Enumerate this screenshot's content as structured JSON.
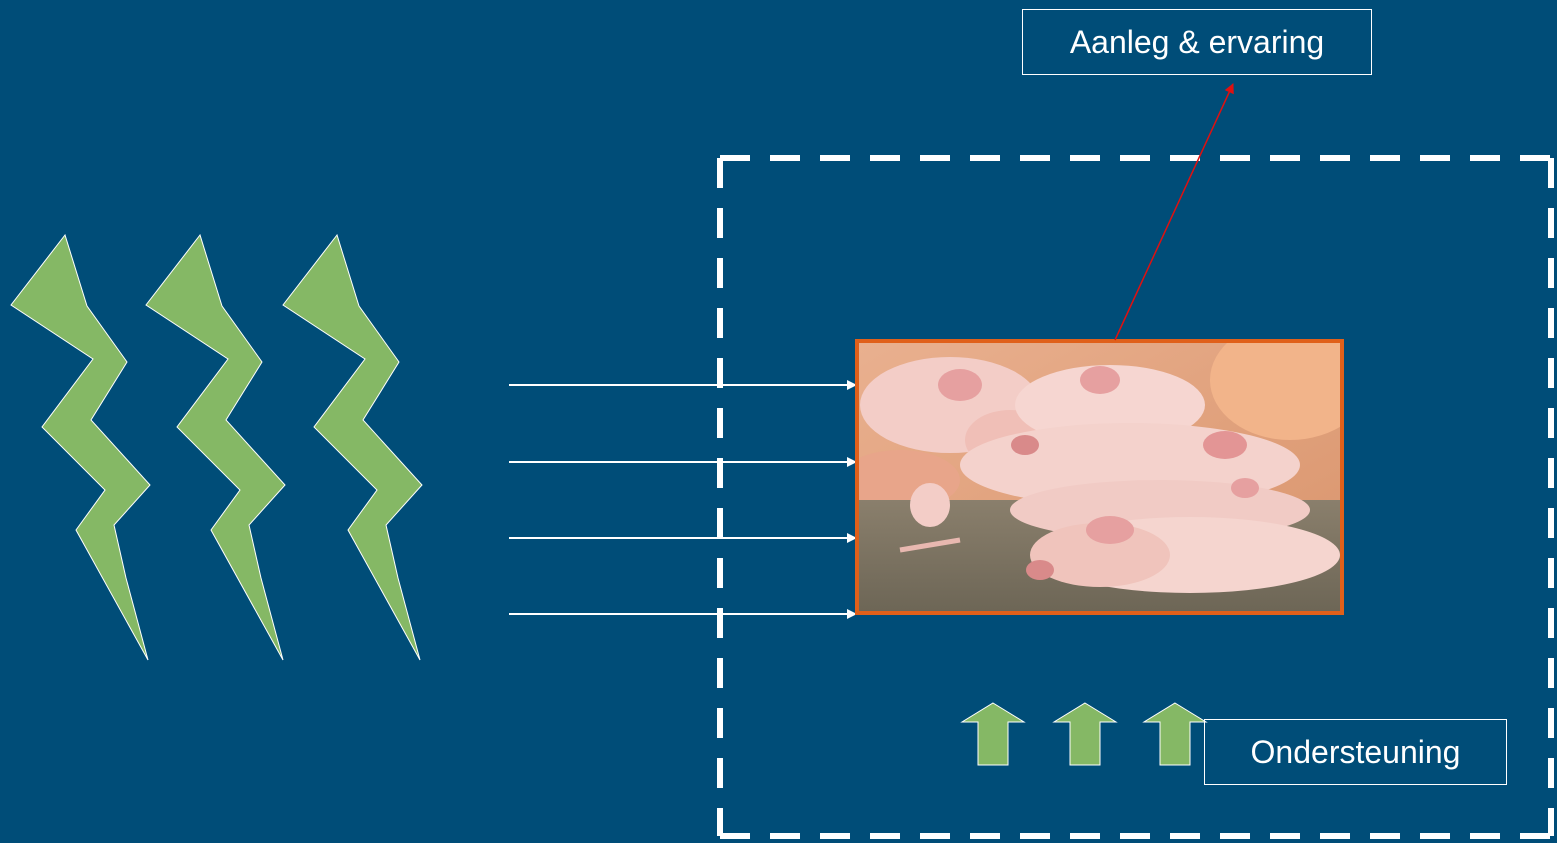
{
  "labels": {
    "aanleg": "Aanleg & ervaring",
    "ondersteuning": "Ondersteuning"
  },
  "photo": {
    "subject": "piglets sleeping in a pile",
    "border_color": "#e0601a"
  },
  "colors": {
    "background": "#004d78",
    "lightning": "#85b865",
    "support_arrows": "#85b865",
    "pointer_arrow": "#e01010",
    "input_arrows": "#ffffff",
    "dashed_frame": "#ffffff"
  },
  "icons": {
    "stressor": "lightning-bolt-icon",
    "support": "up-arrow-icon"
  }
}
